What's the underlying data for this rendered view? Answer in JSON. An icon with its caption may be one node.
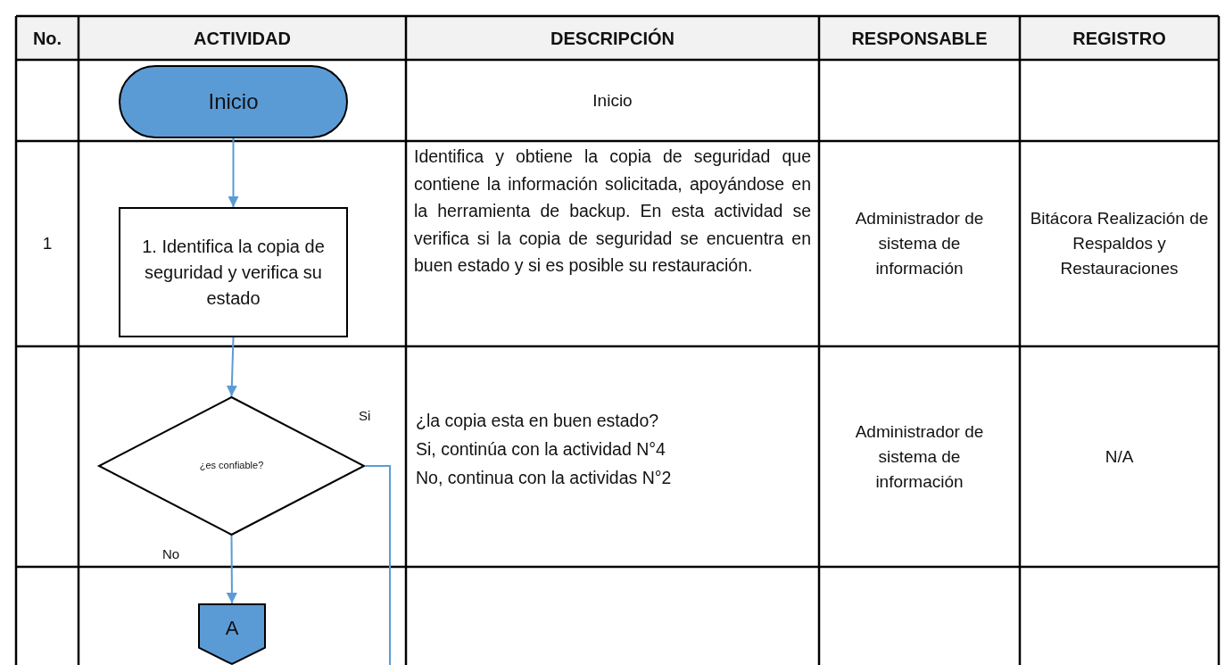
{
  "diagram": {
    "nodes": [
      {
        "text": [
          "Inicio"
        ]
      },
      {
        "text": [
          "1. Identifica la copia de seguridad y verifica su estado"
        ]
      },
      {
        "text": [
          "¿es confiable?"
        ]
      },
      {
        "text": [
          "A"
        ]
      }
    ],
    "edges": [
      {
        "from": 0,
        "to": 1,
        "arrow": "to"
      },
      {
        "from": 1,
        "to": 2,
        "arrow": "to"
      },
      {
        "from": 2,
        "to": 3,
        "arrow": "to",
        "label": "No"
      },
      {
        "from": 2,
        "to": null,
        "arrow": "none",
        "label": "Si"
      }
    ],
    "labels": [
      "No.",
      "ACTIVIDAD",
      "DESCRIPCIÓN",
      "RESPONSABLE",
      "REGISTRO",
      "Inicio",
      "1",
      "Identifica y obtiene la copia de seguridad que contiene la información solicitada, apoyándose en la herramienta de backup. En esta actividad se verifica si la copia de seguridad se encuentra en buen estado y si es posible su restauración.",
      "Administrador de sistema de información",
      "Bitácora Realización de Respaldos y Restauraciones",
      "¿la copia esta en buen estado?",
      "Si, continúa con la actividad N°4",
      "No, continua con la actividas N°2",
      "Administrador de sistema de información",
      "N/A"
    ]
  }
}
